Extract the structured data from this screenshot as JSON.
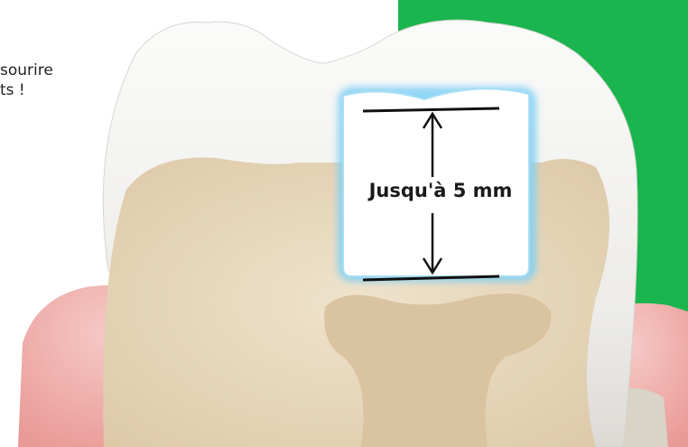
{
  "colors": {
    "green_panel": "#1ab54e",
    "tooth_enamel": "#f4f4f2",
    "dentin": "#e6d6bb",
    "pulp": "#d2bb98",
    "gum": "#eeaaa8",
    "gum_light": "#f6c9c5",
    "filling_glow": "#7fd0f5",
    "filling": "#ffffff"
  },
  "text_snippets": {
    "line1": "sourire",
    "line2": "ts !"
  },
  "measurement": {
    "label": "Jusqu'à 5 mm"
  },
  "icons": {
    "measure_arrow": "double-arrow-vertical"
  }
}
